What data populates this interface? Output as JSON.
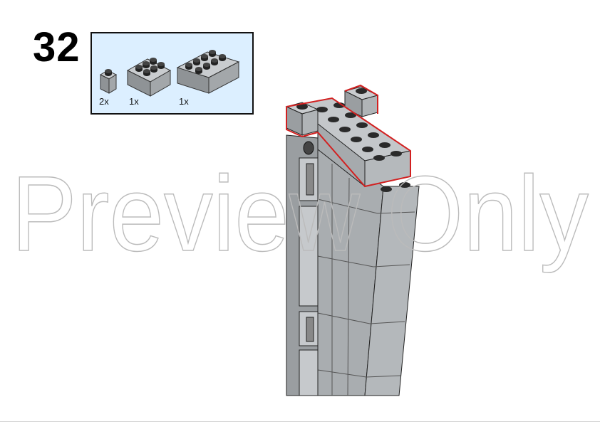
{
  "step": {
    "number": "32"
  },
  "parts": {
    "background": "#dcefff",
    "items": [
      {
        "qty": "2x",
        "shape": "brick-1x1"
      },
      {
        "qty": "1x",
        "shape": "brick-2x3"
      },
      {
        "qty": "1x",
        "shape": "brick-2x4"
      }
    ]
  },
  "model": {
    "brick_color": "#a6aaad",
    "highlight_color": "#d22020"
  },
  "watermark": {
    "text": "Preview Only"
  }
}
